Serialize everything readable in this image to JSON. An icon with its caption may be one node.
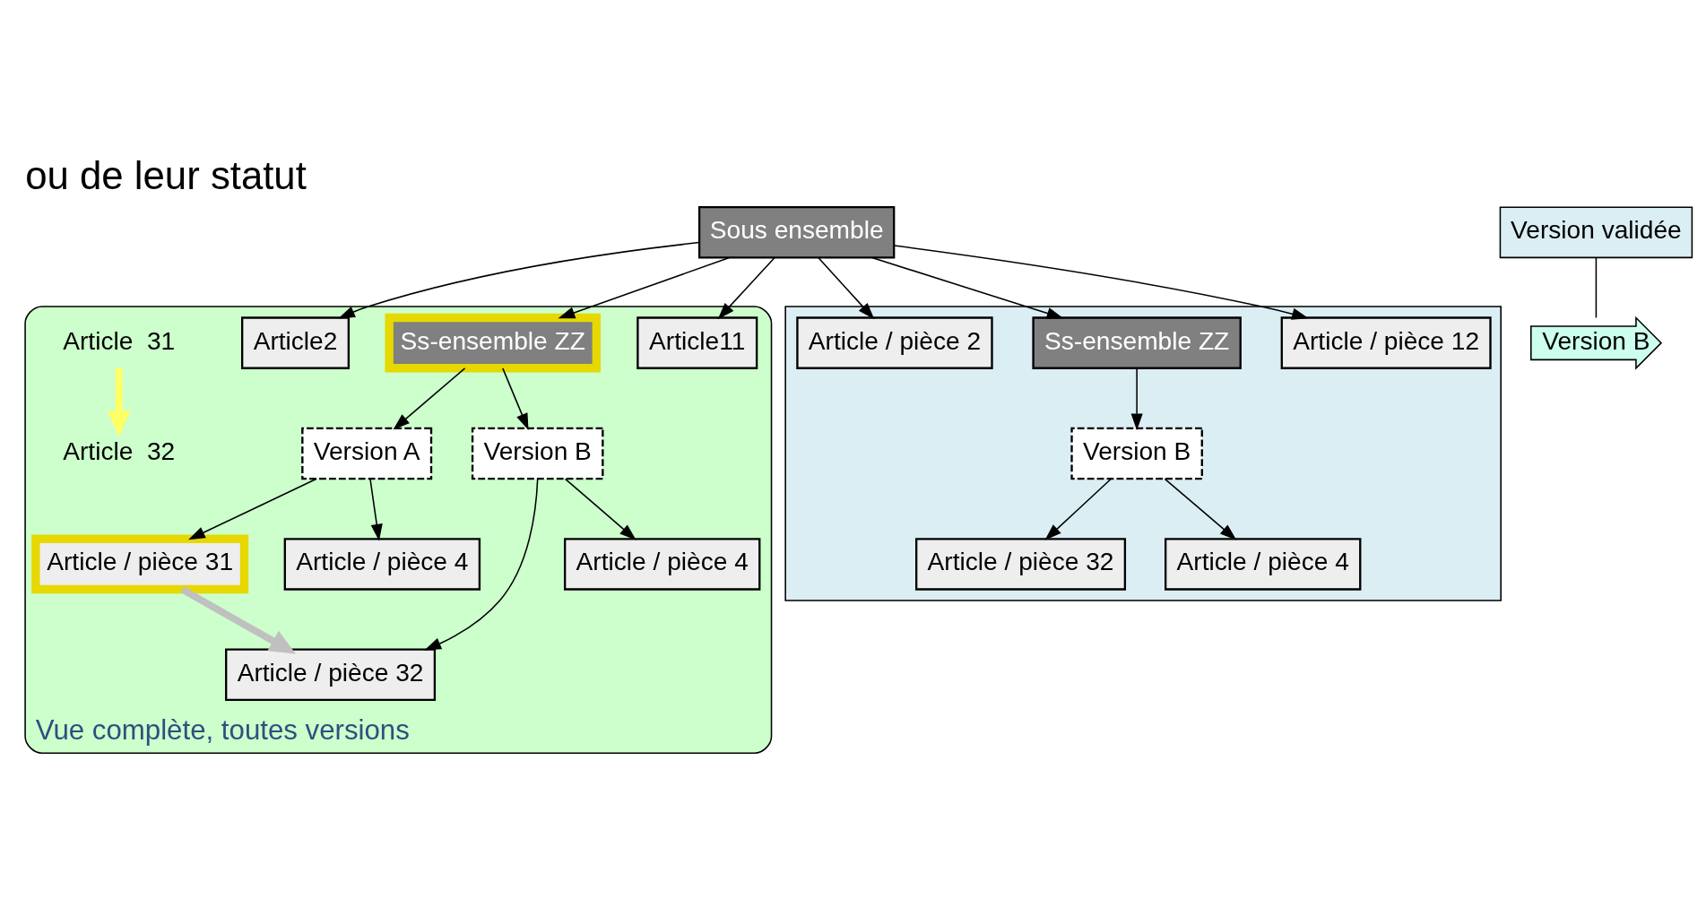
{
  "diagram": {
    "title": "ou de leur statut",
    "nodes": [
      {
        "text": [
          "Sous ensemble"
        ]
      },
      {
        "text": [
          "Vue complète, toutes versions"
        ]
      },
      {
        "text": [
          "Article11"
        ],
        "in": 1
      },
      {
        "text": [
          "Ss-ensemble ZZ"
        ],
        "in": 1
      },
      {
        "text": [
          "Article2"
        ],
        "in": 1
      },
      {
        "text": [
          "Version A"
        ],
        "in": 1
      },
      {
        "text": [
          "Version B"
        ],
        "in": 1
      },
      {
        "text": [
          "Article / pièce 31"
        ],
        "in": 1
      },
      {
        "text": [
          "Article / pièce 4"
        ],
        "in": 1
      },
      {
        "text": [
          "Article / pièce 32"
        ],
        "in": 1
      },
      {
        "text": [
          "Article / pièce 4"
        ],
        "in": 1
      },
      {
        "text": [
          "Version B"
        ]
      },
      {
        "text": [
          "Version validée"
        ]
      },
      {
        "text": [],
        "shape": "box"
      },
      {
        "text": [
          "Article / pièce 12"
        ],
        "in": 13
      },
      {
        "text": [
          "Ss-ensemble ZZ"
        ],
        "in": 13
      },
      {
        "text": [
          "Article / pièce 2"
        ],
        "in": 13
      },
      {
        "text": [
          "Version B"
        ],
        "in": 13
      },
      {
        "text": [
          "Article / pièce 32"
        ],
        "in": 13
      },
      {
        "text": [
          "Article / pièce 4"
        ],
        "in": 13
      },
      {
        "text": [
          "Article  31"
        ],
        "in": 1
      },
      {
        "text": [
          "Article  32"
        ],
        "in": 1
      }
    ],
    "edges": [
      {
        "from": 0,
        "to": 2,
        "arrow": "to"
      },
      {
        "from": 0,
        "to": 3,
        "arrow": "to"
      },
      {
        "from": 0,
        "to": 4,
        "arrow": "to"
      },
      {
        "from": 0,
        "to": 14,
        "arrow": "to"
      },
      {
        "from": 0,
        "to": 15,
        "arrow": "to"
      },
      {
        "from": 0,
        "to": 16,
        "arrow": "to"
      },
      {
        "from": 3,
        "to": 5,
        "arrow": "to"
      },
      {
        "from": 3,
        "to": 6,
        "arrow": "to"
      },
      {
        "from": 5,
        "to": 7,
        "arrow": "to"
      },
      {
        "from": 5,
        "to": 8,
        "arrow": "to"
      },
      {
        "from": 6,
        "to": 9,
        "arrow": "to"
      },
      {
        "from": 6,
        "to": 10,
        "arrow": "to"
      },
      {
        "from": 7,
        "to": 9,
        "arrow": "to",
        "style": "thick",
        "color": "#c0c0c0"
      },
      {
        "from": 15,
        "to": 17,
        "arrow": "to"
      },
      {
        "from": 17,
        "to": 18,
        "arrow": "to"
      },
      {
        "from": 17,
        "to": 19,
        "arrow": "to"
      },
      {
        "from": 12,
        "to": 11,
        "arrow": "none"
      },
      {
        "from": 20,
        "to": 21,
        "arrow": "to",
        "style": "thick",
        "color": "#ffff66"
      }
    ]
  }
}
